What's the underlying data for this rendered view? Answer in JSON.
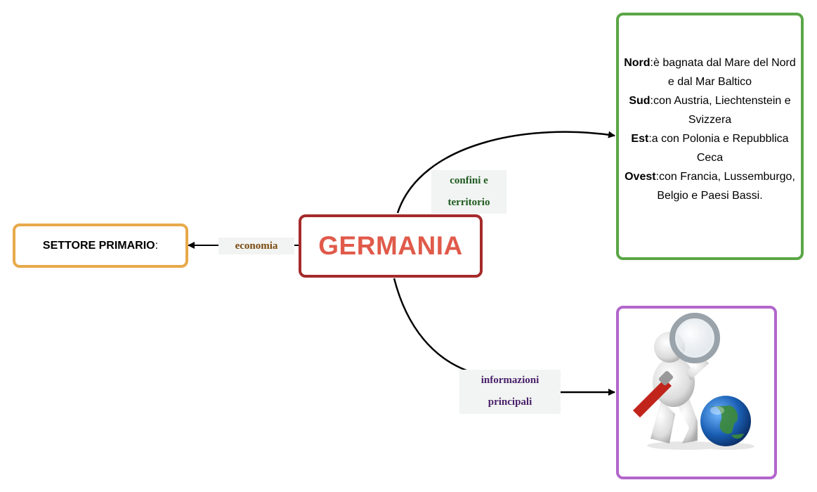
{
  "colors": {
    "central_border": "#a52a2a",
    "central_text": "#e05a4a",
    "settore_border": "#e8a94b",
    "confini_border": "#5aa646",
    "info_border": "#b366cc",
    "economia_text": "#7a4a10",
    "confini_text": "#1f5a1f",
    "info_text": "#4a1f6a"
  },
  "central": {
    "label": "GERMANIA"
  },
  "settore": {
    "label": "SETTORE PRIMARIO",
    "suffix": ":"
  },
  "edges": {
    "economia": "economia",
    "confini_line1": "confini e",
    "confini_line2": "territorio",
    "info_line1": "informazioni",
    "info_line2": "principali"
  },
  "confini": {
    "nord_label": "Nord",
    "nord_text": ":è bagnata dal Mare del Nord e dal Mar Baltico",
    "sud_label": "Sud",
    "sud_text": ":con Austria, Liechtenstein e Svizzera",
    "est_label": "Est",
    "est_text": ":a con Polonia e Repubblica Ceca",
    "ovest_label": "Ovest",
    "ovest_text": ":con Francia, Lussemburgo, Belgio e Paesi Bassi."
  },
  "info": {
    "image_icon": "person-with-magnifier-and-globe-icon"
  }
}
